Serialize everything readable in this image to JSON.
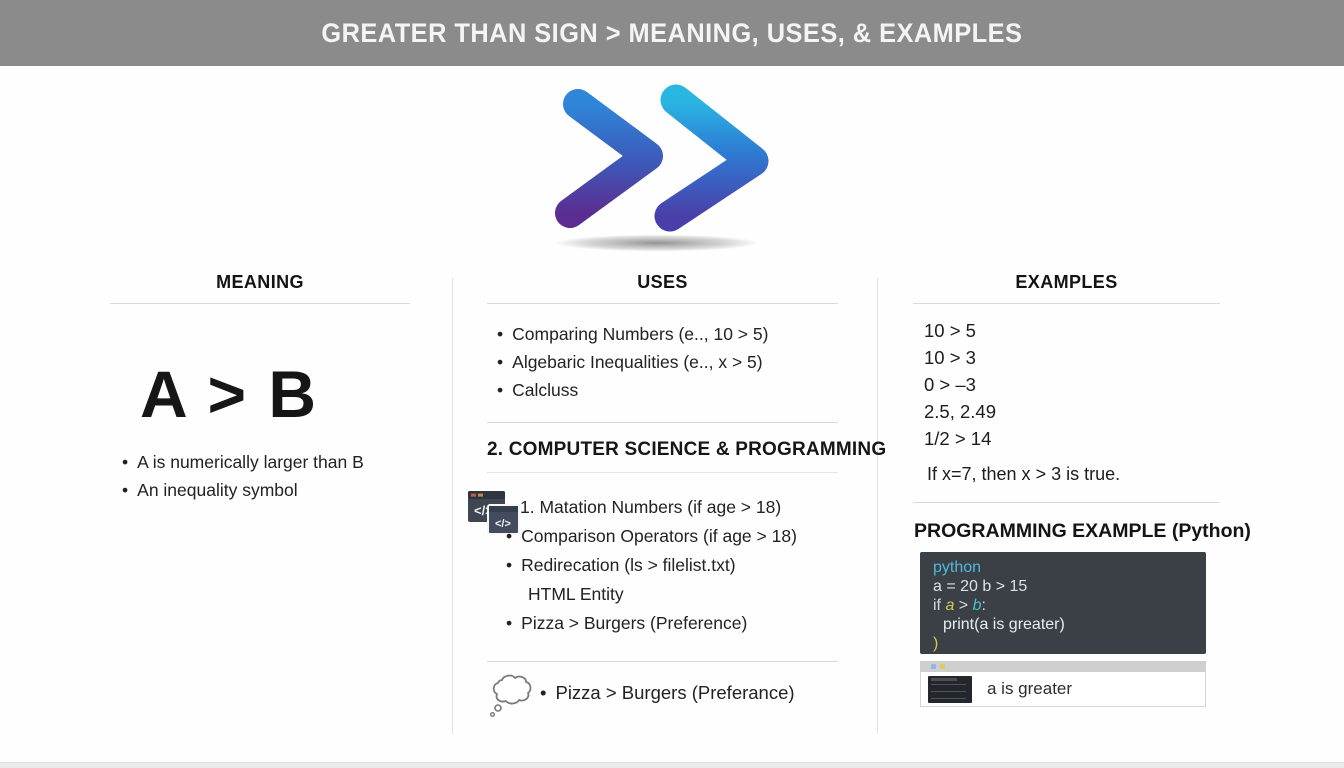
{
  "header": {
    "title": "GREATER THAN SIGN > MEANING, USES, & EXAMPLES"
  },
  "colors": {
    "header_bg": "#8b8b8b",
    "chevron1_top_blue": "#2f86d8",
    "chevron1_bottom_purple": "#5b2d91",
    "chevron2_top_cyan": "#29b7e2",
    "chevron2_mid_blue": "#2e7bd4",
    "chevron2_bottom_indigo": "#4a3fa8",
    "code_bg": "#3a4045"
  },
  "icons": {
    "logo": "double-chevron",
    "uses_section": "code-windows",
    "uses_footer": "thought-bubble",
    "output": "terminal-thumbnail",
    "code_glyph": "</>"
  },
  "meaning": {
    "heading": "MEANING",
    "expression": "A > B",
    "bullets": [
      "A is numerically larger than B",
      "An inequality symbol"
    ]
  },
  "uses": {
    "heading": "USES",
    "bullets": [
      "Comparing Numbers (e.., 10 > 5)",
      "Algebaric Inequalities (e.., x > 5)",
      "Calcluss"
    ],
    "section2_heading": "2. COMPUTER SCIENCE & PROGRAMMING",
    "items": [
      "1. Matation Numbers (if age > 18)",
      "Comparison Operators (if age > 18)",
      "Redirecation (ls > filelist.txt)",
      "HTML Entity",
      "Pizza > Burgers (Preference)"
    ],
    "footer_item": "Pizza > Burgers (Preferance)"
  },
  "examples": {
    "heading": "EXAMPLES",
    "lines": [
      "10 > 5",
      "10 > 3",
      "0 > –3",
      "2.5, 2.49",
      "1/2 > 14"
    ],
    "note": "If x=7, then x > 3 is true.",
    "prog_heading": "PROGRAMMING EXAMPLE (Python)",
    "code": {
      "lang": "python",
      "assign_line": "a = 20 b > 15",
      "if_kw": "if ",
      "if_a": "a",
      "if_op": " > ",
      "if_b": "b",
      "if_colon": ":",
      "print_line": "print(a is greater)",
      "close_paren": ")"
    },
    "output_text": "a is greater"
  }
}
